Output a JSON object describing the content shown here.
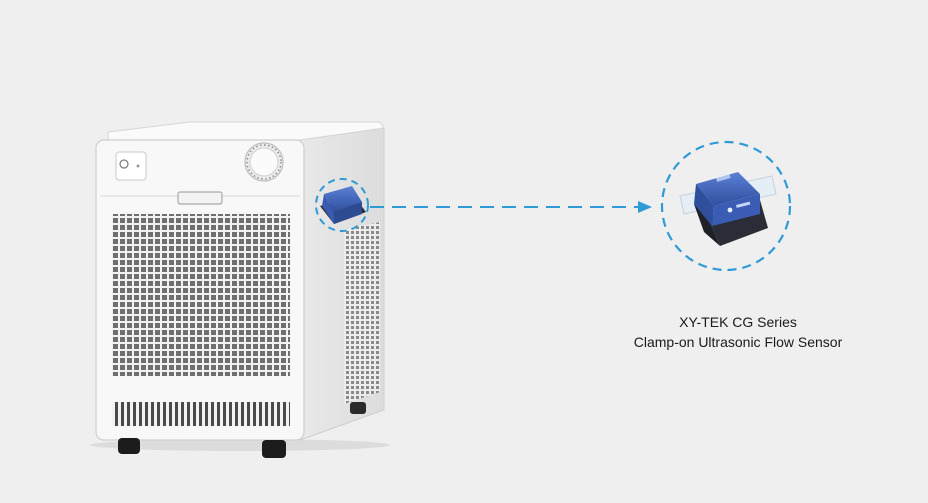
{
  "caption": {
    "line1": "XY-TEK CG Series",
    "line2": "Clamp-on Ultrasonic Flow Sensor"
  },
  "colors": {
    "background": "#efefef",
    "callout": "#2f9ad6",
    "sensor_body": "#3f64b8",
    "sensor_base": "#2a2d36",
    "chiller_body": "#f7f7f7",
    "grille": "#6a6a6a"
  },
  "icons": {
    "device": "water-chiller",
    "sensor": "flow-sensor",
    "power": "power-button-icon"
  }
}
